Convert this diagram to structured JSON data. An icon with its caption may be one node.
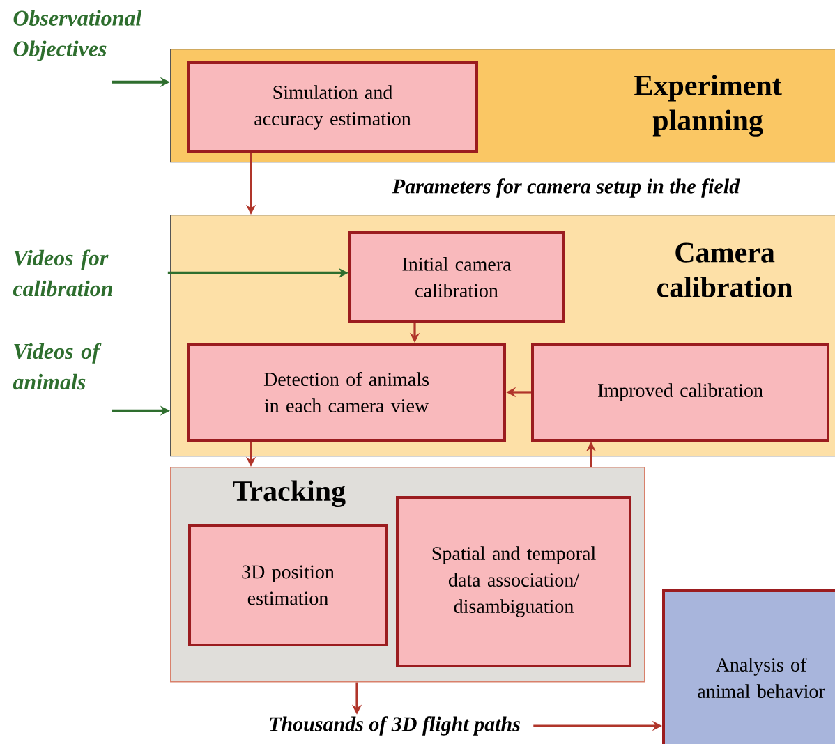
{
  "diagram": {
    "nodes": [
      {
        "text": [
          "Observational Objectives"
        ]
      },
      {
        "text": [
          "Experiment planning"
        ]
      },
      {
        "text": [
          "Simulation and accuracy estimation"
        ],
        "in": 1
      },
      {
        "text": [
          "Parameters for camera setup in the field"
        ]
      },
      {
        "text": [
          "Camera calibration"
        ]
      },
      {
        "text": [
          "Videos for calibration"
        ]
      },
      {
        "text": [
          "Initial camera calibration"
        ],
        "in": 4
      },
      {
        "text": [
          "Videos of animals"
        ]
      },
      {
        "text": [
          "Detection of animals in each camera view"
        ],
        "in": 4
      },
      {
        "text": [
          "Improved calibration"
        ],
        "in": 4
      },
      {
        "text": [
          "Tracking"
        ]
      },
      {
        "text": [
          "3D position estimation"
        ],
        "in": 10
      },
      {
        "text": [
          "Spatial and temporal data association/ disambiguation"
        ],
        "in": 10
      },
      {
        "text": [
          "Thousands of 3D flight paths"
        ]
      },
      {
        "text": [
          "Analysis of animal behavior"
        ]
      }
    ],
    "edges": [
      {
        "from": 0,
        "to": 1,
        "arrow": "to",
        "color": "#2e6e2e"
      },
      {
        "from": 2,
        "to": 4,
        "arrow": "to"
      },
      {
        "from": 5,
        "to": 6,
        "arrow": "to",
        "color": "#2e6e2e"
      },
      {
        "from": 7,
        "to": 4,
        "arrow": "to",
        "color": "#2e6e2e"
      },
      {
        "from": 6,
        "to": 8,
        "arrow": "to"
      },
      {
        "from": 9,
        "to": 8,
        "arrow": "to"
      },
      {
        "from": 8,
        "to": 10,
        "arrow": "to"
      },
      {
        "from": 10,
        "to": 9,
        "arrow": "to"
      },
      {
        "from": 10,
        "to": 13,
        "arrow": "to"
      },
      {
        "from": 13,
        "to": 14,
        "arrow": "to"
      }
    ]
  }
}
